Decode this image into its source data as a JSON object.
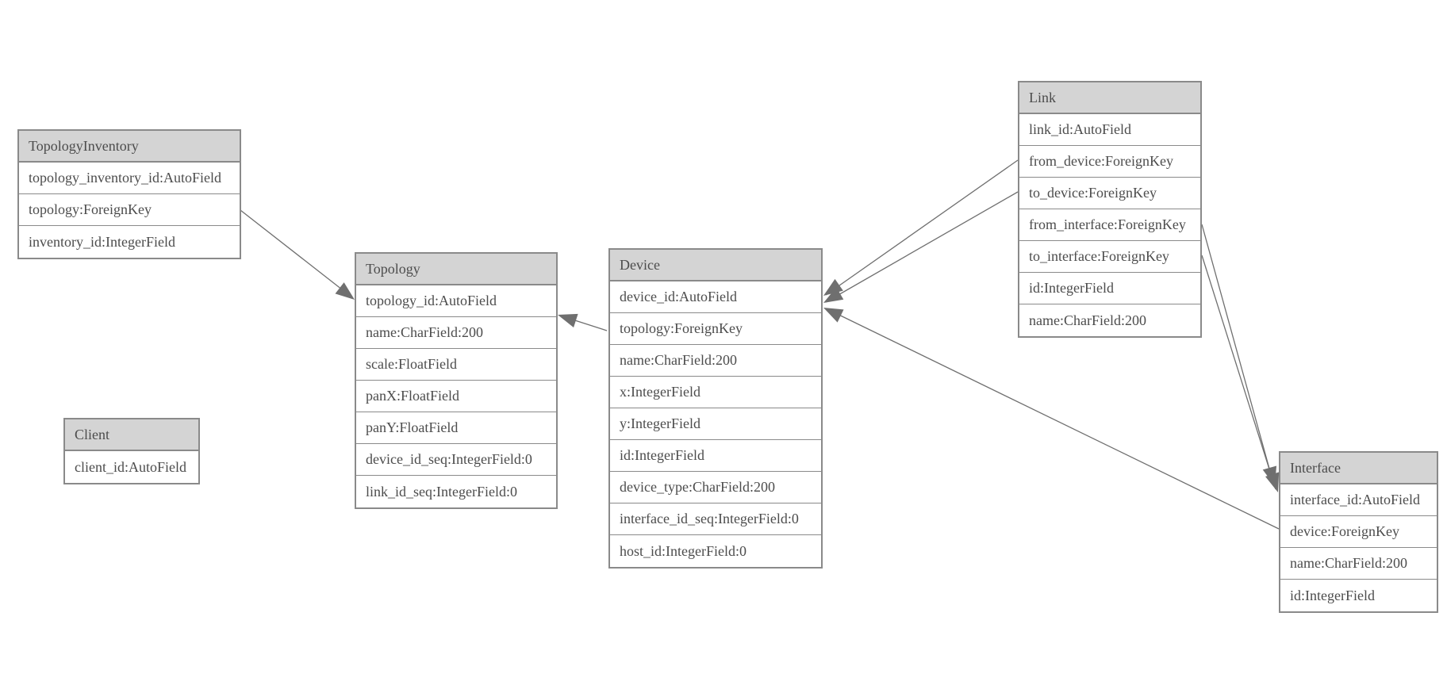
{
  "colors": {
    "header_fill": "#d4d4d4",
    "border": "#8a8a8a",
    "text": "#4c4c4c",
    "edge": "#6f6f6f",
    "background": "#ffffff"
  },
  "entities": [
    {
      "name": "TopologyInventory",
      "fields": [
        "topology_inventory_id:AutoField",
        "topology:ForeignKey",
        "inventory_id:IntegerField"
      ]
    },
    {
      "name": "Topology",
      "fields": [
        "topology_id:AutoField",
        "name:CharField:200",
        "scale:FloatField",
        "panX:FloatField",
        "panY:FloatField",
        "device_id_seq:IntegerField:0",
        "link_id_seq:IntegerField:0"
      ]
    },
    {
      "name": "Client",
      "fields": [
        "client_id:AutoField"
      ]
    },
    {
      "name": "Device",
      "fields": [
        "device_id:AutoField",
        "topology:ForeignKey",
        "name:CharField:200",
        "x:IntegerField",
        "y:IntegerField",
        "id:IntegerField",
        "device_type:CharField:200",
        "interface_id_seq:IntegerField:0",
        "host_id:IntegerField:0"
      ]
    },
    {
      "name": "Link",
      "fields": [
        "link_id:AutoField",
        "from_device:ForeignKey",
        "to_device:ForeignKey",
        "from_interface:ForeignKey",
        "to_interface:ForeignKey",
        "id:IntegerField",
        "name:CharField:200"
      ]
    },
    {
      "name": "Interface",
      "fields": [
        "interface_id:AutoField",
        "device:ForeignKey",
        "name:CharField:200",
        "id:IntegerField"
      ]
    }
  ],
  "relationships": [
    {
      "from": "TopologyInventory.topology",
      "to": "Topology.topology_id"
    },
    {
      "from": "Device.topology",
      "to": "Topology.topology_id"
    },
    {
      "from": "Link.from_device",
      "to": "Device.device_id"
    },
    {
      "from": "Link.to_device",
      "to": "Device.device_id"
    },
    {
      "from": "Interface.device",
      "to": "Device.device_id"
    },
    {
      "from": "Link.from_interface",
      "to": "Interface.interface_id"
    },
    {
      "from": "Link.to_interface",
      "to": "Interface.interface_id"
    }
  ]
}
